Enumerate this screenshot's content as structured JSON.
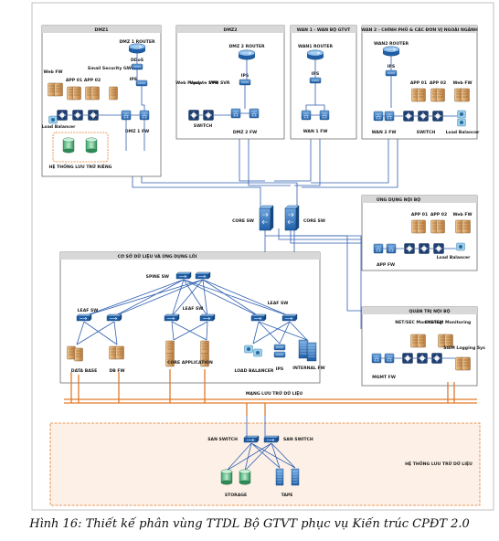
{
  "zones": {
    "dmz1": "DMZ1",
    "dmz2": "DMZ2",
    "wan1": "WAN 1 - WAN BỘ GTVT",
    "wan2": "WAN 2 - CHÍNH PHỦ & CÁC ĐƠN VỊ NGOÀI NGÀNH",
    "internal_apps": "ỨNG DỤNG NỘI BỘ",
    "core_db": "CƠ SỞ DỮ LIỆU VÀ ỨNG DỤNG LÕI",
    "internal_mgmt": "QUẢN TRỊ NỘI BỘ",
    "storage_system": "HỆ THỐNG LƯU TRỮ DỮ LIỆU",
    "private_storage": "HỆ THỐNG LƯU TRỮ RIÊNG"
  },
  "labels": {
    "dmz1_router": "DMZ 1 ROUTER",
    "ddos": "DDoS",
    "ips": "IPS",
    "dmz1_fw": "DMZ 1 FW",
    "web_fw": "Web FW",
    "app01": "APP 01",
    "app02": "APP 02",
    "email_gw": "Email Security GW",
    "load_balancer": "Load Balancer",
    "dmz2_router": "DMZ 2 ROUTER",
    "web_proxy": "Web Proxy",
    "update_svr": "Update SVR",
    "vpn_svr": "VPN SVR",
    "switch": "SWITCH",
    "dmz2_fw": "DMZ 2 FW",
    "wan1_router": "WAN1 ROUTER",
    "wan1_fw": "WAN 1 FW",
    "wan2_router": "WAN2 ROUTER",
    "wan2_fw": "WAN 2 FW",
    "core_sw": "CORE SW",
    "app_fw": "APP FW",
    "spine_sw": "SPINE SW",
    "leaf_sw": "LEAF SW",
    "database": "DATA BASE",
    "db_fw": "DB FW",
    "core_application": "CORE APPLICATION",
    "load_balancer_caps": "LOAD BALANCER",
    "internal_fw": "INTERNAL FW",
    "netsec_monitoring": "NET/SEC Monitoring",
    "system_monitoring": "SYSTEM Monitoring",
    "siem": "SIEM Logging Sys",
    "mgmt_fw": "MGMT FW",
    "storage_network": "MẠNG LƯU TRỮ DỮ LIỆU",
    "san_switch": "SAN SWITCH",
    "storage": "STORAGE",
    "tape": "TAPE"
  },
  "caption": "Hình  16: Thiết kế phân vùng TTDL Bộ GTVT phục vụ Kiến trúc CPĐT 2.0",
  "colors": {
    "link": "#2f5fb0",
    "storage_link": "#e07a2a",
    "device_blue": "#1f5fa8",
    "server_tan": "#d79a55",
    "zone_head": "#d8d8d8"
  }
}
